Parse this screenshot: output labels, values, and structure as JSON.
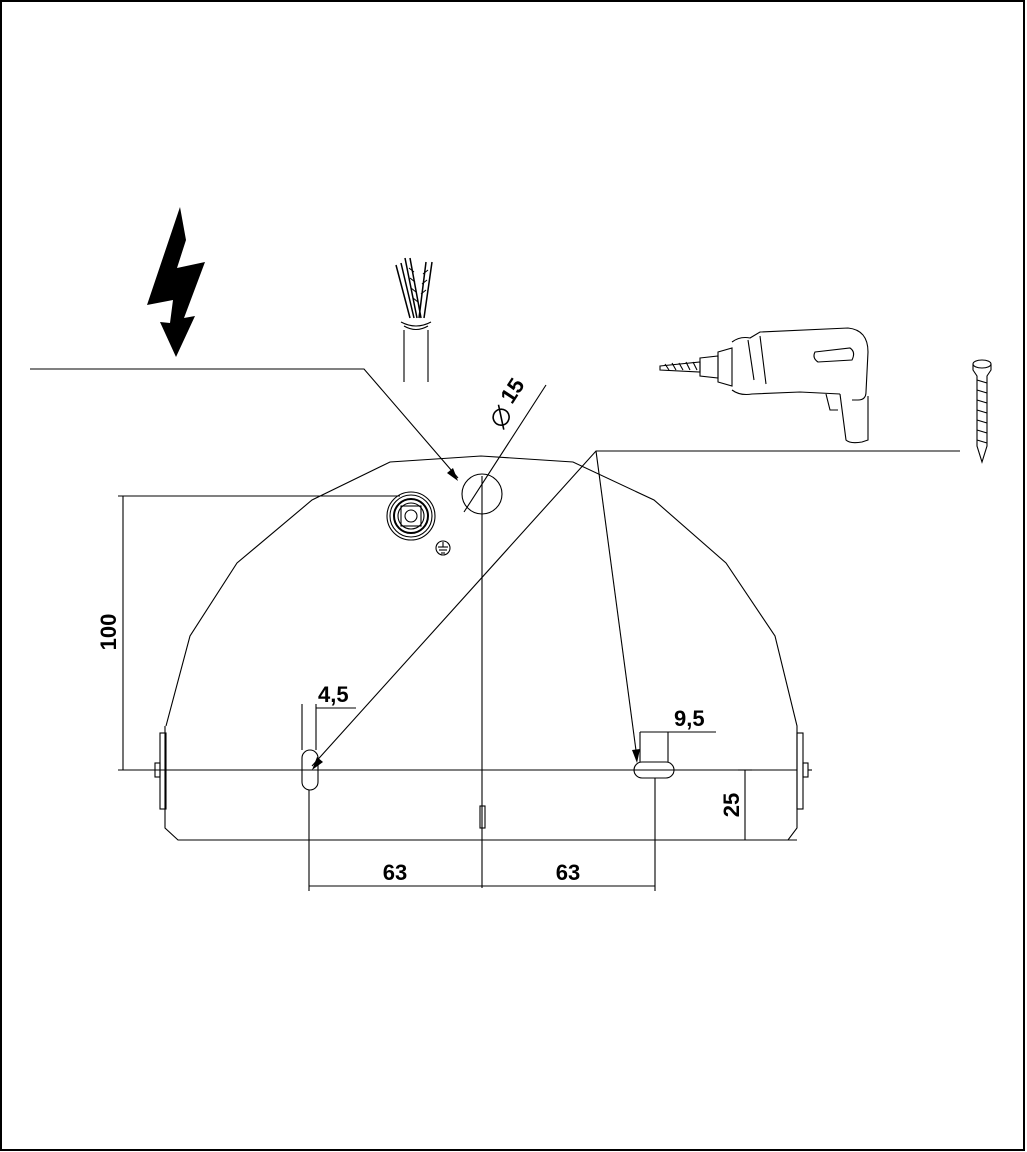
{
  "dimensions": {
    "height_to_center": "100",
    "slot_width_left": "4,5",
    "slot_width_right": "9,5",
    "bottom_offset": "25",
    "left_spacing": "63",
    "right_spacing": "63",
    "hole_diameter": "15"
  },
  "icons": [
    "lightning-warning-icon",
    "cable-wires-icon",
    "power-drill-icon",
    "wall-plug-screw-icon",
    "earth-ground-icon",
    "diameter-symbol"
  ],
  "colors": {
    "line": "#000000",
    "background": "#ffffff"
  }
}
